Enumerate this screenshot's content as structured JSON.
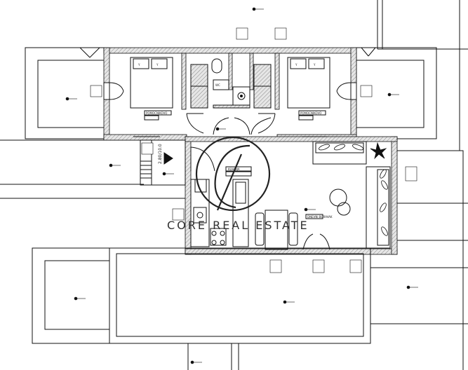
{
  "watermark": {
    "brand": "CORE REAL ESTATE"
  },
  "labels": {
    "bedroom_left": "POMOCNIKOVO",
    "bedroom_right": "POMOCNIKOVO",
    "kitchen": "KUHINJA",
    "living": "DNEVNI BORAVAK",
    "terrace_dim": "2.80/10.0",
    "wc": "WC"
  },
  "colors": {
    "line": "#111111",
    "wall_fill": "#d9d9d9",
    "hatch": "#888888",
    "thin": "#555555",
    "watermark": "#333333"
  },
  "icons": {
    "bed": "bed-icon",
    "plant": "plant-icon",
    "table": "dining-table-icon",
    "sofa": "sofa-icon",
    "level": "level-marker-icon"
  }
}
